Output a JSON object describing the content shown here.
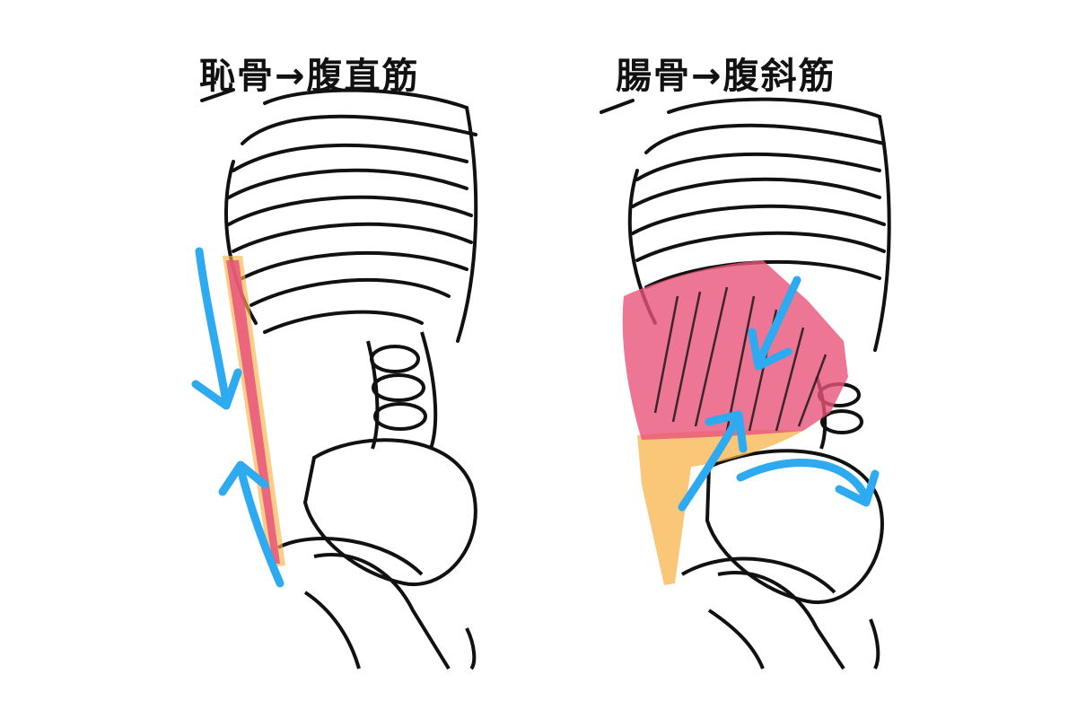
{
  "panels": [
    {
      "title": "恥骨→腹直筋"
    },
    {
      "title": "腸骨→腹斜筋"
    }
  ],
  "colors": {
    "muscle": "#e8547a",
    "tendon": "#f8b34a",
    "arrow": "#2eaaf0",
    "line": "#111111"
  },
  "icons": [
    "rib-cage",
    "spine",
    "pelvis",
    "femur",
    "direction-arrow"
  ]
}
